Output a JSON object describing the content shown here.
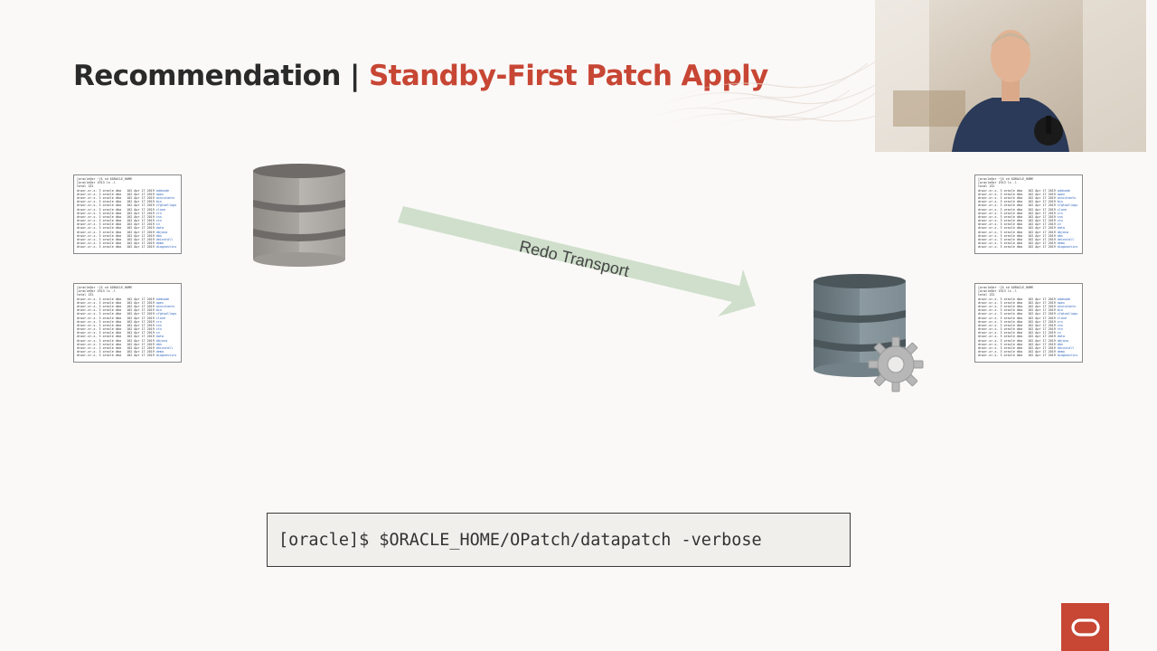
{
  "slide": {
    "title_prefix": "Recommendation",
    "title_separator": "|",
    "title_highlight": "Standby-First Patch Apply",
    "accent_color": "#c74634"
  },
  "diagram": {
    "arrow_label": "Redo Transport",
    "primary_db_icon": "database-icon",
    "standby_db_icon": "database-with-gear-icon"
  },
  "terminal": {
    "header_lines": [
      "[oracle@or ~]$ cd $ORACLE_HOME",
      "[oracle@or 1913 ls -l",
      "total 132"
    ],
    "files": [
      "addnode",
      "apex",
      "assistants",
      "bin",
      "cfgtoollogs",
      "clone",
      "crs",
      "css",
      "ctx",
      "cv",
      "data",
      "dbjava",
      "dbs",
      "deinstall",
      "demo",
      "diagnostics"
    ]
  },
  "command": {
    "text": "[oracle]$ $ORACLE_HOME/OPatch/datapatch -verbose"
  },
  "video": {
    "description_icon": "presenter-video-feed"
  },
  "logo": {
    "icon": "oracle-logo-icon"
  }
}
